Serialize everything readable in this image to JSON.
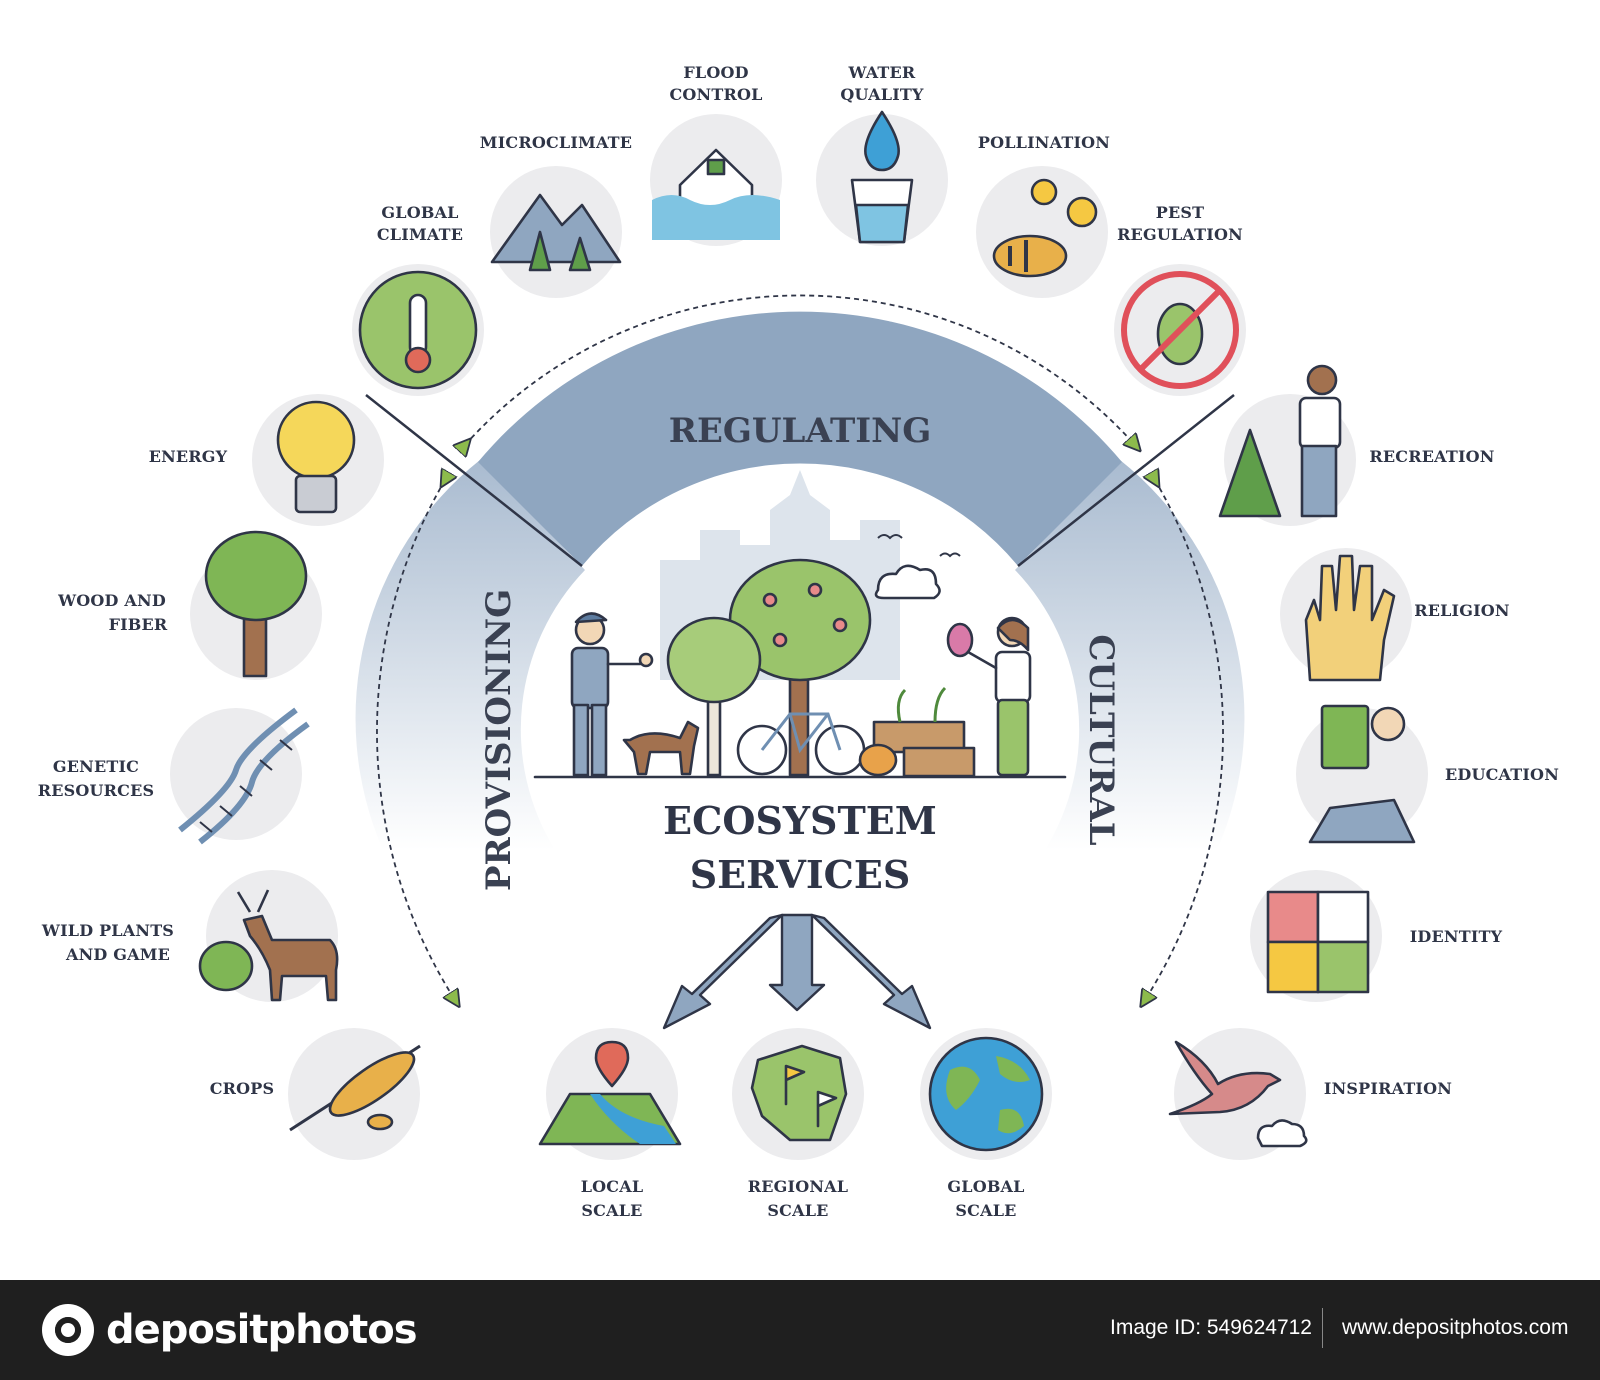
{
  "diagram": {
    "title_line1": "ECOSYSTEM",
    "title_line2": "SERVICES",
    "categories": {
      "regulating": "REGULATING",
      "provisioning": "PROVISIONING",
      "cultural": "CULTURAL"
    },
    "regulating": [
      {
        "line1": "GLOBAL",
        "line2": "CLIMATE",
        "icon": "thermometer-globe-icon"
      },
      {
        "line1": "MICROCLIMATE",
        "line2": "",
        "icon": "mountains-trees-icon"
      },
      {
        "line1": "FLOOD",
        "line2": "CONTROL",
        "icon": "flooded-house-icon"
      },
      {
        "line1": "WATER",
        "line2": "QUALITY",
        "icon": "water-glass-icon"
      },
      {
        "line1": "POLLINATION",
        "line2": "",
        "icon": "bee-flowers-icon"
      },
      {
        "line1": "PEST",
        "line2": "REGULATION",
        "icon": "no-bug-icon"
      }
    ],
    "provisioning": [
      {
        "line1": "ENERGY",
        "line2": "",
        "icon": "light-bulb-icon"
      },
      {
        "line1": "WOOD AND",
        "line2": "FIBER",
        "icon": "tree-icon"
      },
      {
        "line1": "GENETIC",
        "line2": "RESOURCES",
        "icon": "dna-icon"
      },
      {
        "line1": "WILD PLANTS",
        "line2": "AND GAME",
        "icon": "deer-icon"
      },
      {
        "line1": "CROPS",
        "line2": "",
        "icon": "wheat-icon"
      }
    ],
    "cultural": [
      {
        "line1": "RECREATION",
        "line2": "",
        "icon": "hiker-icon"
      },
      {
        "line1": "RELIGION",
        "line2": "",
        "icon": "hand-icon"
      },
      {
        "line1": "EDUCATION",
        "line2": "",
        "icon": "reading-person-icon"
      },
      {
        "line1": "IDENTITY",
        "line2": "",
        "icon": "puzzle-icon"
      },
      {
        "line1": "INSPIRATION",
        "line2": "",
        "icon": "bird-icon"
      }
    ],
    "scales": [
      {
        "line1": "LOCAL",
        "line2": "SCALE",
        "icon": "local-map-pin-icon"
      },
      {
        "line1": "REGIONAL",
        "line2": "SCALE",
        "icon": "region-flags-icon"
      },
      {
        "line1": "GLOBAL",
        "line2": "SCALE",
        "icon": "earth-globe-icon"
      }
    ],
    "colors": {
      "band": "#8fa6c0",
      "band_dark": "#7f97b3",
      "outline": "#2f3547",
      "icon_bg": "#ececee",
      "arrow_green": "#8dbb4c"
    }
  },
  "footer": {
    "brand": "depositphotos",
    "image_id": "Image ID: 549624712",
    "site": "www.depositphotos.com"
  }
}
